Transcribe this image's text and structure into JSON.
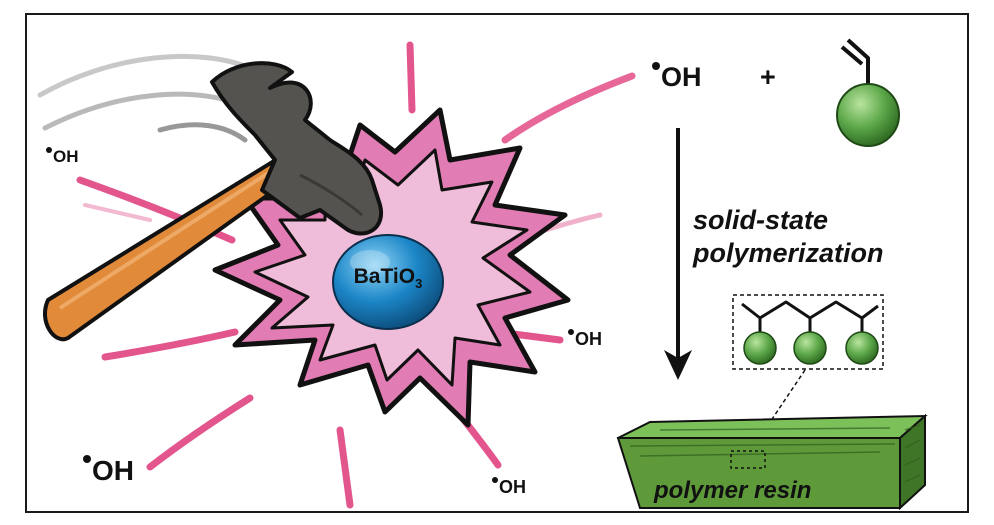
{
  "radical_label": "OH",
  "plus_sign": "+",
  "particle_label": "BaTiO",
  "particle_subscript": "3",
  "process_label_line1": "solid-state",
  "process_label_line2": "polymerization",
  "product_label": "polymer resin",
  "colors": {
    "burst_outer": "#e27cb4",
    "burst_inner": "#efbcd9",
    "sparks": "#e0407c",
    "particle": "#1c86c7",
    "monomer": "#5da84a",
    "resin": "#5e9a3a",
    "hammer_head": "#55534f",
    "hammer_handle": "#e08a3a"
  },
  "icons": [
    "hammer-icon",
    "burst-icon",
    "particle-icon",
    "monomer-icon",
    "arrow-icon",
    "resin-block-icon"
  ]
}
